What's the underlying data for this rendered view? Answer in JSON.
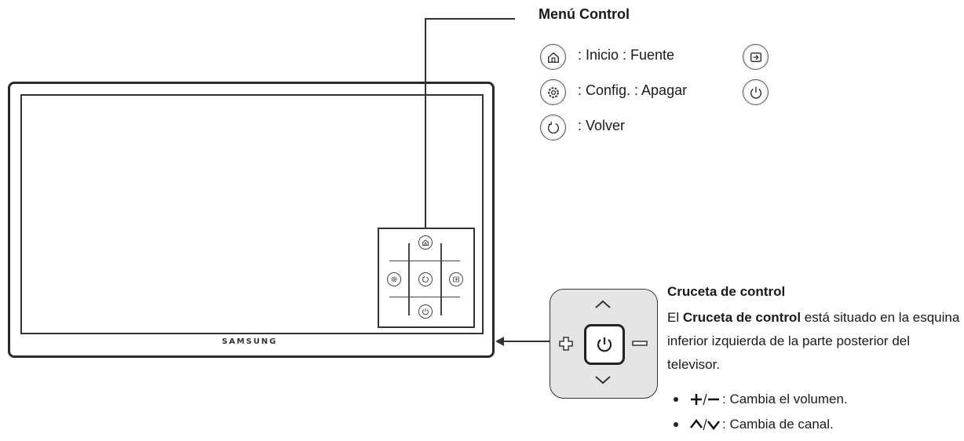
{
  "tv": {
    "logo": "SAMSUNG"
  },
  "menu_control": {
    "title": "Menú Control",
    "rows": [
      {
        "icon": "home-icon",
        "text": ": Inicio : Fuente",
        "icon_right": "source-icon"
      },
      {
        "icon": "settings-icon",
        "text": ": Config. : Apagar",
        "icon_right": "power-icon"
      },
      {
        "icon": "return-icon",
        "text": ": Volver"
      }
    ]
  },
  "control_stick": {
    "title": "Cruceta de control",
    "description_pre": "El ",
    "description_bold": "Cruceta de control",
    "description_post": " está situado en la esquina inferior izquierda de la parte posterior del televisor.",
    "bullets": [
      {
        "symbol": "plus-minus-icon",
        "text": ": Cambia el volumen."
      },
      {
        "symbol": "up-down-icon",
        "text": ": Cambia de canal."
      }
    ]
  }
}
